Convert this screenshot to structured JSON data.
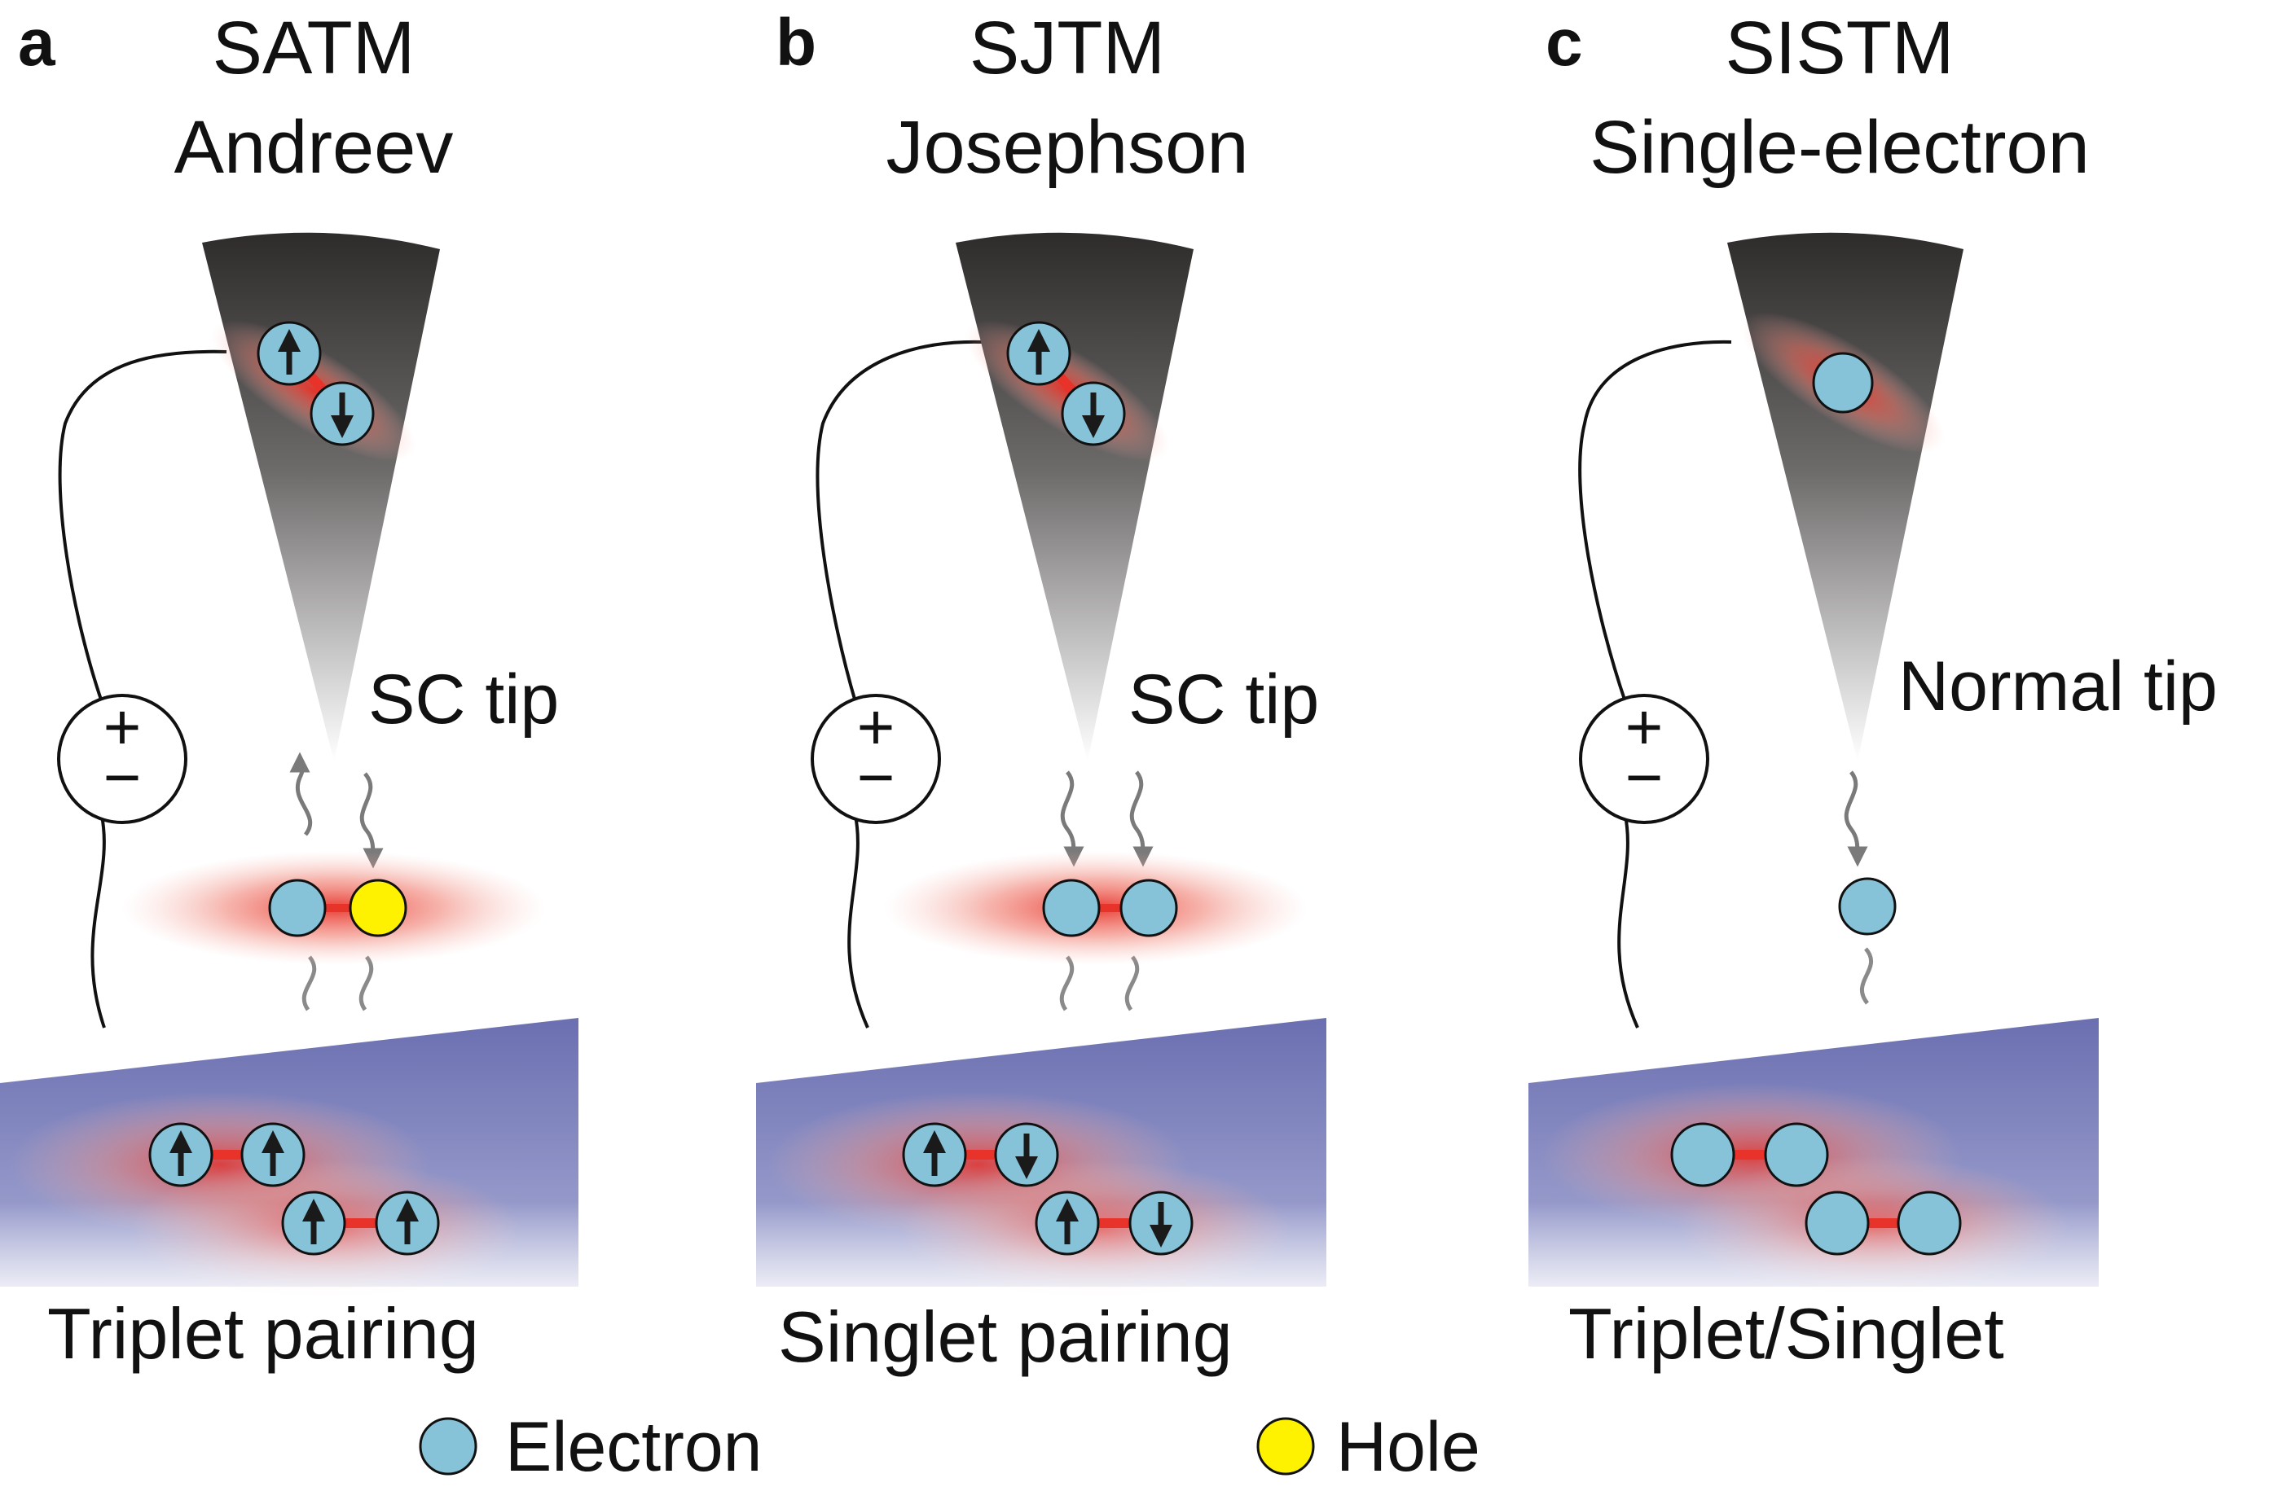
{
  "panels": [
    {
      "letter": "a",
      "title_line1": "SATM",
      "title_line2": "Andreev",
      "tip_label": "SC tip",
      "caption": "Triplet pairing"
    },
    {
      "letter": "b",
      "title_line1": "SJTM",
      "title_line2": "Josephson",
      "tip_label": "SC tip",
      "caption": "Singlet pairing"
    },
    {
      "letter": "c",
      "title_line1": "SISTM",
      "title_line2": "Single-electron",
      "tip_label": "Normal tip",
      "caption": "Triplet/Singlet"
    }
  ],
  "bias_symbol": {
    "plus": "+",
    "minus": "−"
  },
  "legend": {
    "electron_label": "Electron",
    "hole_label": "Hole"
  },
  "colors": {
    "electron": "#86c3d8",
    "hole": "#fff200",
    "pair_glow": "#e8332a",
    "arrow": "#7a7a7a",
    "lattice_bead": "#e9e2a6",
    "lattice_base": "#6f73b5"
  }
}
